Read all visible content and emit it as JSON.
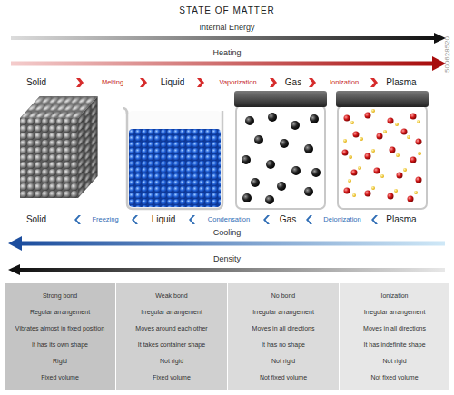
{
  "diagram": {
    "title": "STATE OF MATTER",
    "nodes": [
      {
        "text": [
          "Strong bond",
          "Regular arrangement",
          "Vibrates almost in fixed position",
          "It has its own shape",
          "Rigid",
          "Fixed volume"
        ]
      },
      {
        "text": [
          "Weak bond",
          "Irregular arrangement",
          "Moves around each other",
          "It takes container shape",
          "Not rigid",
          "Fixed volume"
        ]
      },
      {
        "text": [
          "No bond",
          "Irregular arrangement",
          "Moves in all directions",
          "It has no shape",
          "Not rigid",
          "Not fixed volume"
        ]
      },
      {
        "text": [
          "Ionization",
          "Irregular arrangement",
          "Moves in all directions",
          "It has indefinite shape",
          "Not rigid",
          "Not fixed volume"
        ]
      }
    ],
    "labels": [
      "Internal Energy",
      "Heating",
      "Solid",
      "Melting",
      "Liquid",
      "Vaporization",
      "Gas",
      "Ionization",
      "Plasma",
      "Solid",
      "Freezing",
      "Liquid",
      "Condensation",
      "Gas",
      "Deionization",
      "Plasma",
      "Cooling",
      "Density",
      "500628520"
    ]
  }
}
